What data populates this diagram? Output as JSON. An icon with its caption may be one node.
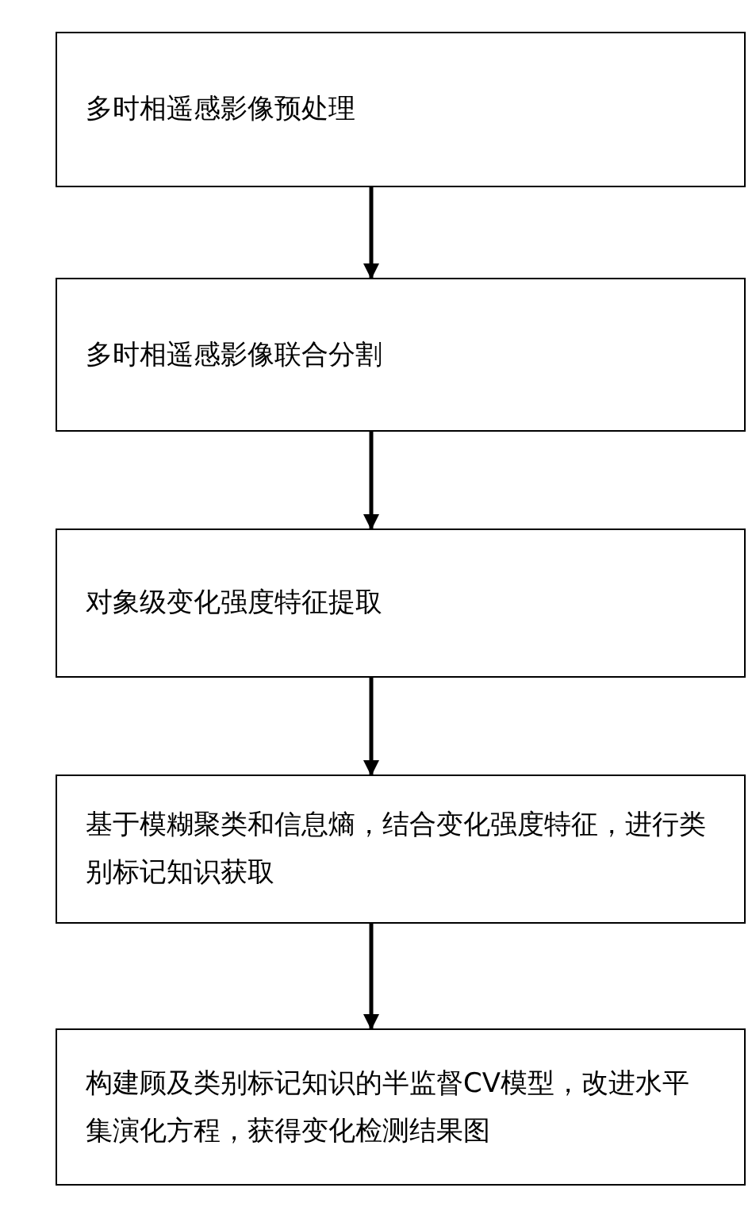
{
  "diagram": {
    "nodes": [
      {
        "text": [
          "多时相遥感影像预处理"
        ]
      },
      {
        "text": [
          "多时相遥感影像联合分割"
        ]
      },
      {
        "text": [
          "对象级变化强度特征提取"
        ]
      },
      {
        "text": [
          "基于模糊聚类和信息熵，结合变化强度特征，进行类别标记知识获取"
        ]
      },
      {
        "text": [
          "构建顾及类别标记知识的半监督CV模型，改进水平集演化方程，获得变化检测结果图"
        ]
      }
    ],
    "edges": [
      {
        "from": 0,
        "to": 1,
        "arrow": "to"
      },
      {
        "from": 1,
        "to": 2,
        "arrow": "to"
      },
      {
        "from": 2,
        "to": 3,
        "arrow": "to"
      },
      {
        "from": 3,
        "to": 4,
        "arrow": "to"
      }
    ]
  }
}
